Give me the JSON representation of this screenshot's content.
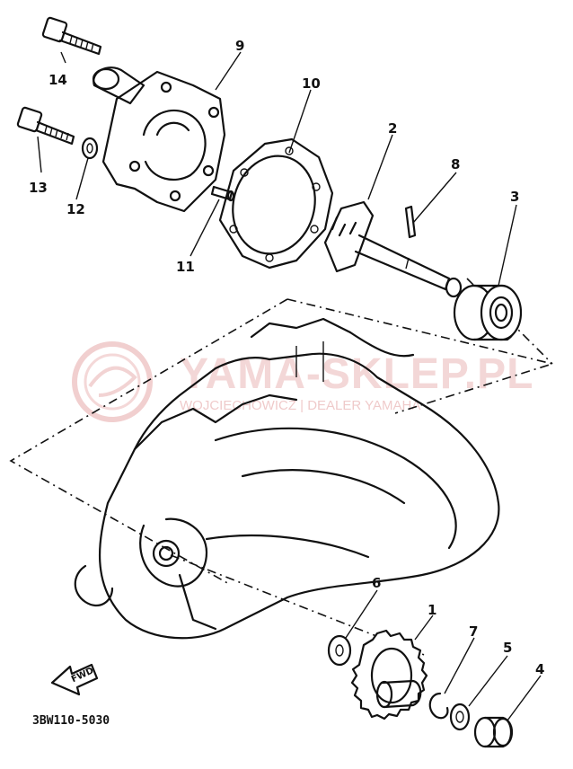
{
  "diagram": {
    "callouts": [
      {
        "id": "p1",
        "label": "1"
      },
      {
        "id": "p2",
        "label": "2"
      },
      {
        "id": "p3",
        "label": "3"
      },
      {
        "id": "p4",
        "label": "4"
      },
      {
        "id": "p5",
        "label": "5"
      },
      {
        "id": "p6",
        "label": "6"
      },
      {
        "id": "p7",
        "label": "7"
      },
      {
        "id": "p8",
        "label": "8"
      },
      {
        "id": "p9",
        "label": "9"
      },
      {
        "id": "p10",
        "label": "10"
      },
      {
        "id": "p11",
        "label": "11"
      },
      {
        "id": "p12",
        "label": "12"
      },
      {
        "id": "p13",
        "label": "13"
      },
      {
        "id": "p14",
        "label": "14"
      }
    ],
    "diagram_code": "3BW110-5030",
    "fwd_label": "FWD"
  },
  "watermark": {
    "title": "YAMA-SKLEP.PL",
    "subtitle": "WOJCIECHOWICZ | DEALER YAMAHA",
    "color": "#e6a8a8"
  }
}
